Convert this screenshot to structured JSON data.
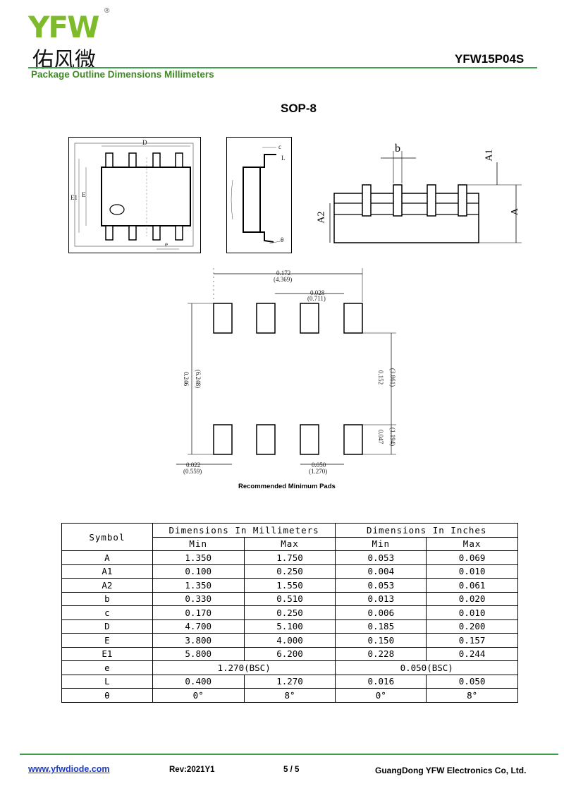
{
  "header": {
    "logo_text": "YFW",
    "logo_registered": "®",
    "logo_chinese": "佑风微",
    "part_number": "YFW15P04S",
    "section_title": "Package Outline Dimensions Millimeters"
  },
  "package": {
    "name": "SOP-8"
  },
  "drawings": {
    "top_view_labels": {
      "D": "D",
      "E": "E",
      "E1": "E1",
      "e": "e"
    },
    "side_view_labels": {
      "c": "c",
      "L": "L",
      "theta": "θ"
    },
    "front_view_labels": {
      "b": "b",
      "A1": "A1",
      "A2": "A2",
      "A": "A"
    },
    "pads": {
      "width_in": "0.172",
      "width_mm": "(4.369)",
      "pitch_small_in": "0.028",
      "pitch_small_mm": "(0.711)",
      "height_in": "0.246",
      "height_mm": "(6.248)",
      "inner_in": "0.152",
      "inner_mm": "(3.861)",
      "pad_len_in": "0.047",
      "pad_len_mm": "(1.194)",
      "edge_in": "0.022",
      "edge_mm": "(0.559)",
      "pitch_in": "0.050",
      "pitch_mm": "(1.270)",
      "caption": "Recommended Minimum Pads"
    }
  },
  "table": {
    "symbol_header": "Symbol",
    "mm_header": "Dimensions In Millimeters",
    "in_header": "Dimensions In Inches",
    "min_label": "Min",
    "max_label": "Max",
    "rows": [
      {
        "sym": "A",
        "mm_min": "1.350",
        "mm_max": "1.750",
        "in_min": "0.053",
        "in_max": "0.069"
      },
      {
        "sym": "A1",
        "mm_min": "0.100",
        "mm_max": "0.250",
        "in_min": "0.004",
        "in_max": "0.010"
      },
      {
        "sym": "A2",
        "mm_min": "1.350",
        "mm_max": "1.550",
        "in_min": "0.053",
        "in_max": "0.061"
      },
      {
        "sym": "b",
        "mm_min": "0.330",
        "mm_max": "0.510",
        "in_min": "0.013",
        "in_max": "0.020"
      },
      {
        "sym": "c",
        "mm_min": "0.170",
        "mm_max": "0.250",
        "in_min": "0.006",
        "in_max": "0.010"
      },
      {
        "sym": "D",
        "mm_min": "4.700",
        "mm_max": "5.100",
        "in_min": "0.185",
        "in_max": "0.200"
      },
      {
        "sym": "E",
        "mm_min": "3.800",
        "mm_max": "4.000",
        "in_min": "0.150",
        "in_max": "0.157"
      },
      {
        "sym": "E1",
        "mm_min": "5.800",
        "mm_max": "6.200",
        "in_min": "0.228",
        "in_max": "0.244"
      },
      {
        "sym": "L",
        "mm_min": "0.400",
        "mm_max": "1.270",
        "in_min": "0.016",
        "in_max": "0.050"
      },
      {
        "sym": "θ",
        "mm_min": "0°",
        "mm_max": "8°",
        "in_min": "0°",
        "in_max": "8°"
      }
    ],
    "e_row": {
      "sym": "e",
      "mm_bsc": "1.270(BSC)",
      "in_bsc": "0.050(BSC)"
    }
  },
  "footer": {
    "website": "www.yfwdiode.com",
    "revision": "Rev:2021Y1",
    "page": "5 / 5",
    "company": "GuangDong YFW Electronics Co, Ltd."
  }
}
